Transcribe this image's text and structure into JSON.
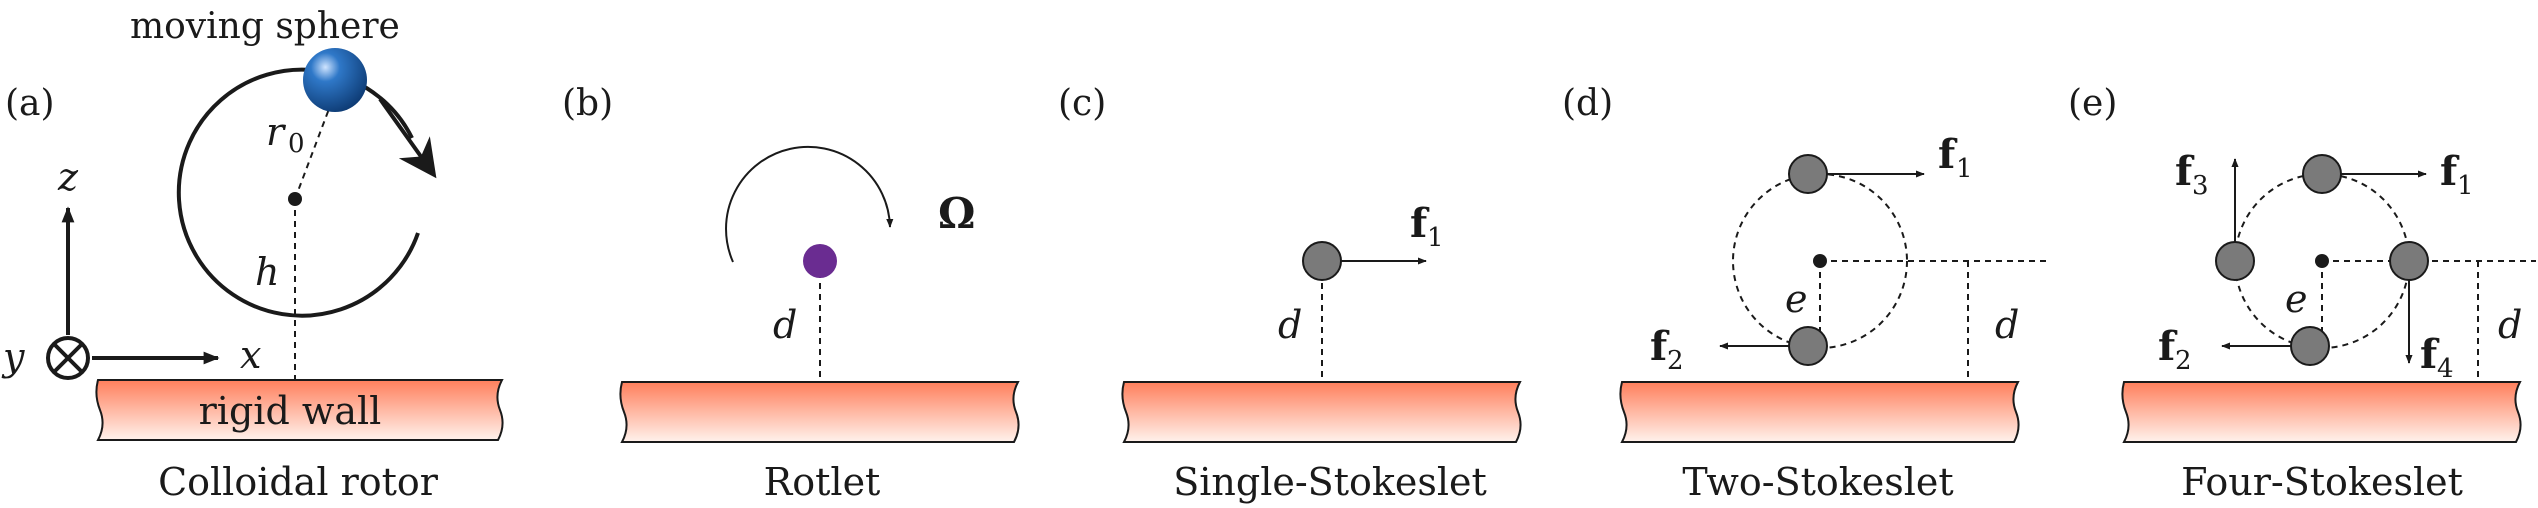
{
  "panels": [
    {
      "tag": "(a)",
      "caption": "Colloidal rotor",
      "wall_label": "rigid wall",
      "sphere_label": "moving sphere",
      "symbols": {
        "r": "r",
        "r_sub": "0",
        "h": "h",
        "x": "x",
        "y": "y",
        "z": "z"
      }
    },
    {
      "tag": "(b)",
      "caption": "Rotlet",
      "symbols": {
        "omega": "Ω",
        "d": "d"
      }
    },
    {
      "tag": "(c)",
      "caption": "Single-Stokeslet",
      "symbols": {
        "f": "f",
        "f_sub": "1",
        "d": "d"
      }
    },
    {
      "tag": "(d)",
      "caption": "Two-Stokeslet",
      "symbols": {
        "f": "f",
        "f1_sub": "1",
        "f2_sub": "2",
        "e": "e",
        "d": "d"
      }
    },
    {
      "tag": "(e)",
      "caption": "Four-Stokeslet",
      "symbols": {
        "f": "f",
        "f1_sub": "1",
        "f2_sub": "2",
        "f3_sub": "3",
        "f4_sub": "4",
        "e": "e",
        "d": "d"
      }
    }
  ],
  "colors": {
    "wall_top": "#ff7f5c",
    "wall_bottom": "#fff2ec",
    "sphere": "#1f5ea8",
    "rotlet": "#6a2c91",
    "stokeslet": "#7a7a7a",
    "line": "#1a1a1a"
  }
}
